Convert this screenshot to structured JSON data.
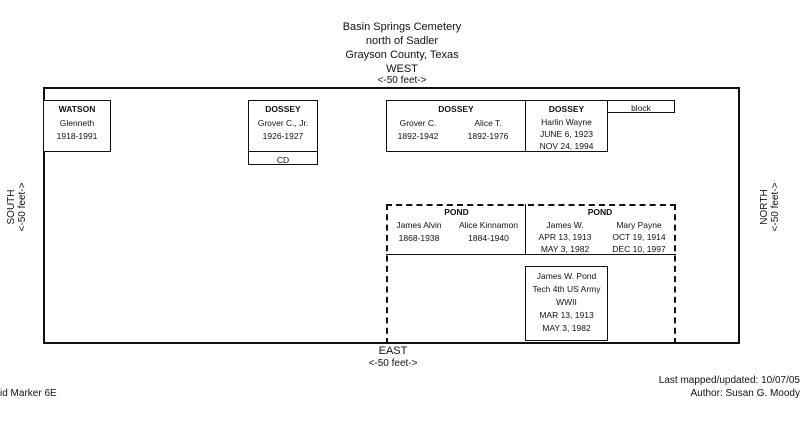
{
  "header": {
    "line1": "Basin Springs Cemetery",
    "line2": "north of Sadler",
    "line3": "Grayson County, Texas"
  },
  "compass": {
    "west": "WEST",
    "west_dist": "<-50 feet->",
    "east": "EAST",
    "east_dist": "<-50 feet->",
    "south": "SOUTH",
    "south_dist": "<-50 feet->",
    "north": "NORTH",
    "north_dist": "<-50 feet->"
  },
  "plots": {
    "watson": {
      "surname": "WATSON",
      "name": "Glenneth",
      "dates": "1918-1991"
    },
    "dossey_jr": {
      "surname": "DOSSEY",
      "name": "Grover C., Jr.",
      "dates": "1926-1927",
      "note": "CD"
    },
    "dossey_pair": {
      "surname": "DOSSEY",
      "left_name": "Grover C.",
      "left_dates": "1892-1942",
      "right_name": "Alice T.",
      "right_dates": "1892-1976"
    },
    "dossey_harlin": {
      "surname": "DOSSEY",
      "name": "Harlin Wayne",
      "born": "JUNE 6, 1923",
      "died": "NOV 24, 1994"
    },
    "block_label": "block",
    "pond_left": {
      "surname": "POND",
      "left_name": "James Alvin",
      "left_dates": "1868-1938",
      "right_name": "Alice Kinnamon",
      "right_dates": "1884-1940"
    },
    "pond_right": {
      "surname": "POND",
      "left_name": "James W.",
      "left_born": "APR 13, 1913",
      "left_died": "MAY 3, 1982",
      "right_name": "Mary Payne",
      "right_born": "OCT 19, 1914",
      "right_died": "DEC 10, 1997"
    },
    "military": {
      "line1": "James W. Pond",
      "line2": "Tech 4th US Army",
      "line3": "WWII",
      "line4": "MAR 13, 1913",
      "line5": "MAY 3, 1982"
    }
  },
  "footer": {
    "grid_marker": "id Marker 6E",
    "mapped": "Last mapped/updated: 10/07/05",
    "author": "Author: Susan G. Moody"
  }
}
